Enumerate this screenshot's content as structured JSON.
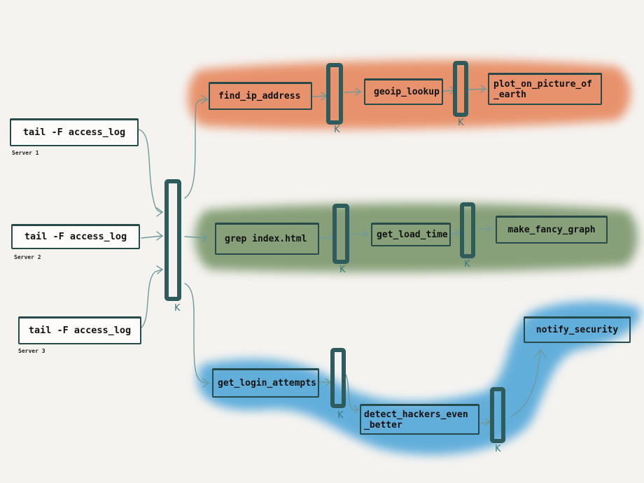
{
  "sources": [
    {
      "label": "tail -F access_log",
      "server": "Server 1"
    },
    {
      "label": "tail -F access_log",
      "server": "Server 2"
    },
    {
      "label": "tail -F access_log",
      "server": "Server 3"
    }
  ],
  "queue_label": "K",
  "pipelines": {
    "geo": {
      "color": "#e6855a",
      "steps": [
        "find_ip_address",
        "geoip_lookup",
        "plot_on_picture_of\n_earth"
      ]
    },
    "perf": {
      "color": "#6f8e5f",
      "steps": [
        "grep index.html",
        "get_load_time",
        "make_fancy_graph"
      ]
    },
    "security": {
      "color": "#4aa3d8",
      "steps": [
        "get_login_attempts",
        "detect_hackers_even\n_better",
        "notify_security"
      ]
    }
  }
}
